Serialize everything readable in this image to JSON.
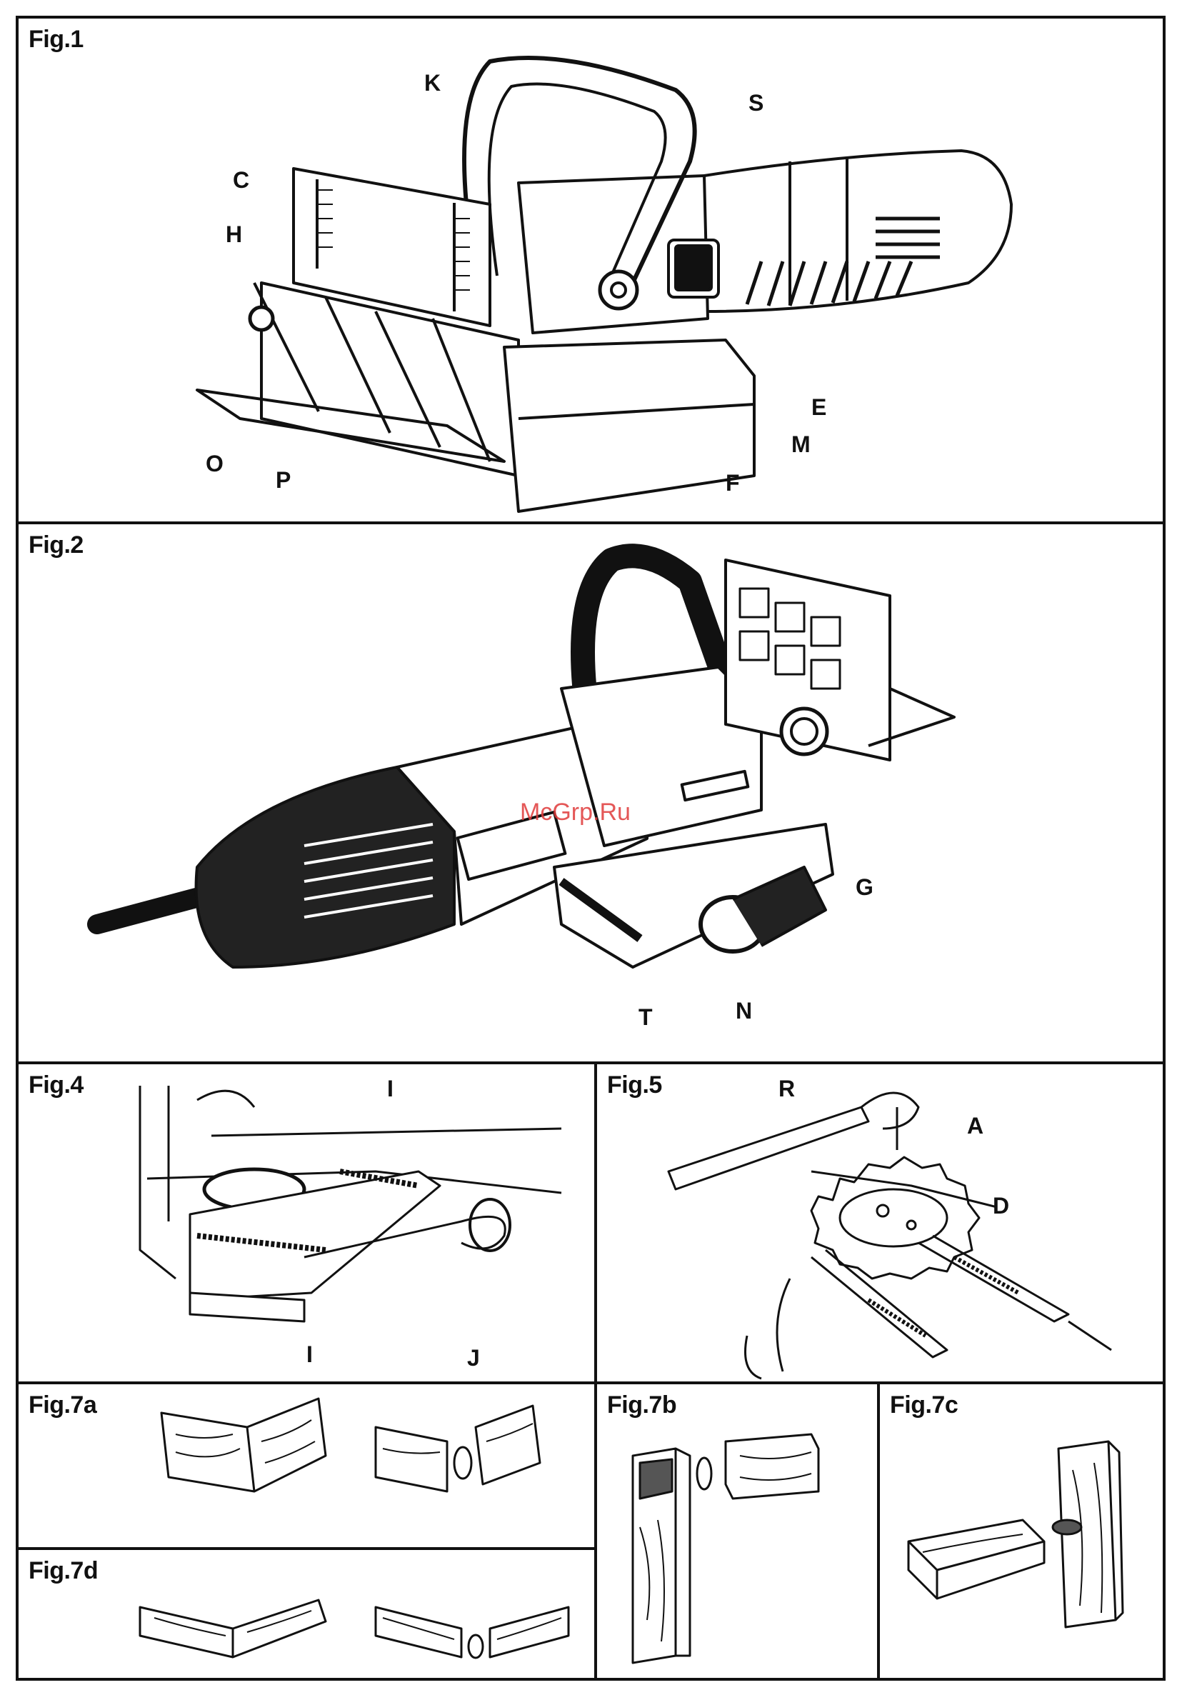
{
  "figures": {
    "fig1": {
      "title": "Fig.1",
      "callouts": {
        "K": "K",
        "S": "S",
        "C": "C",
        "H": "H",
        "E": "E",
        "M": "M",
        "O": "O",
        "P": "P",
        "F": "F"
      }
    },
    "fig2": {
      "title": "Fig.2",
      "callouts": {
        "G": "G",
        "T": "T",
        "N": "N"
      }
    },
    "fig4": {
      "title": "Fig.4",
      "callouts": {
        "I_top": "I",
        "I_bottom": "I",
        "J": "J"
      }
    },
    "fig5": {
      "title": "Fig.5",
      "callouts": {
        "R": "R",
        "A": "A",
        "D": "D"
      }
    },
    "fig7a": {
      "title": "Fig.7a"
    },
    "fig7b": {
      "title": "Fig.7b"
    },
    "fig7c": {
      "title": "Fig.7c"
    },
    "fig7d": {
      "title": "Fig.7d"
    }
  },
  "watermark": "McGrp.Ru"
}
